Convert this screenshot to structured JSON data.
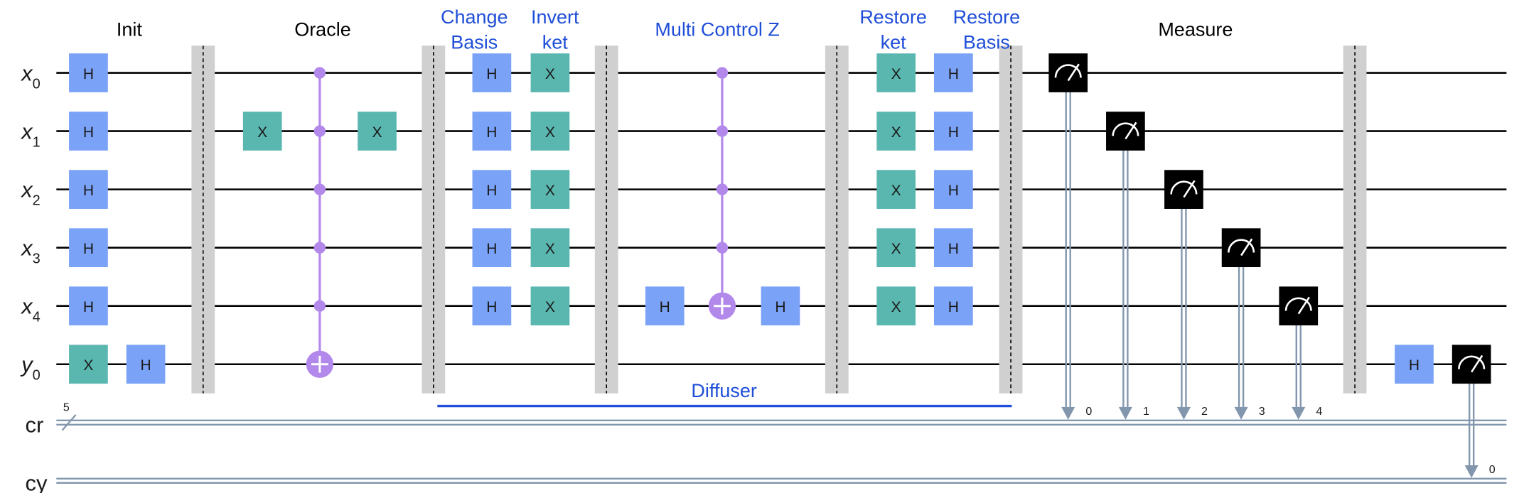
{
  "colors": {
    "h_gate": "#7aa2f7",
    "x_gate": "#5ab7b0",
    "control": "#b388eb",
    "barrier": "#d0d0d0",
    "measure": "#000000",
    "classical": "#8296ad",
    "wire": "#000000",
    "section_black": "#000000",
    "section_blue": "#1f4ed8",
    "diffuser_line": "#1f4ed8"
  },
  "qubits": [
    {
      "base": "x",
      "sub": "0"
    },
    {
      "base": "x",
      "sub": "1"
    },
    {
      "base": "x",
      "sub": "2"
    },
    {
      "base": "x",
      "sub": "3"
    },
    {
      "base": "x",
      "sub": "4"
    },
    {
      "base": "y",
      "sub": "0"
    }
  ],
  "classical_registers": [
    {
      "name": "cr",
      "size_label": "5"
    },
    {
      "name": "cy",
      "size_label": ""
    }
  ],
  "sections": [
    {
      "lines": [
        "Init"
      ],
      "color": "black"
    },
    {
      "lines": [
        "Oracle"
      ],
      "color": "black"
    },
    {
      "lines": [
        "Change",
        "Basis"
      ],
      "color": "blue"
    },
    {
      "lines": [
        "Invert",
        "ket"
      ],
      "color": "blue"
    },
    {
      "lines": [
        "Multi Control Z"
      ],
      "color": "blue"
    },
    {
      "lines": [
        "Restore",
        "ket"
      ],
      "color": "blue"
    },
    {
      "lines": [
        "Restore",
        "Basis"
      ],
      "color": "blue"
    },
    {
      "lines": [
        "Measure"
      ],
      "color": "black"
    }
  ],
  "diffuser_label": "Diffuser",
  "gates": {
    "h": "H",
    "x": "X"
  },
  "measure_bit_labels": [
    "0",
    "1",
    "2",
    "3",
    "4",
    "0"
  ]
}
